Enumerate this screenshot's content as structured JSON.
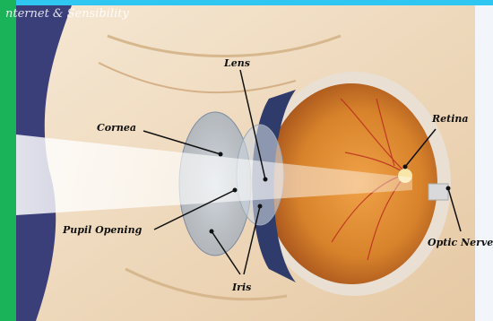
{
  "watermark": "nternet & Sensibility",
  "labels": {
    "lens": "Lens",
    "cornea": "Cornea",
    "retina": "Retina",
    "pupil_opening": "Pupil Opening",
    "optic_nerve": "Optic Nerve",
    "iris": "Iris"
  },
  "colors": {
    "top_bar": "#2fc6f2",
    "left_bar": "#1bb35a",
    "background": "#f2f6fb",
    "skin": "#f1dcc0",
    "eye_interior": "#d8832b",
    "sclera": "#e9dfd3",
    "label_text": "#111111"
  }
}
